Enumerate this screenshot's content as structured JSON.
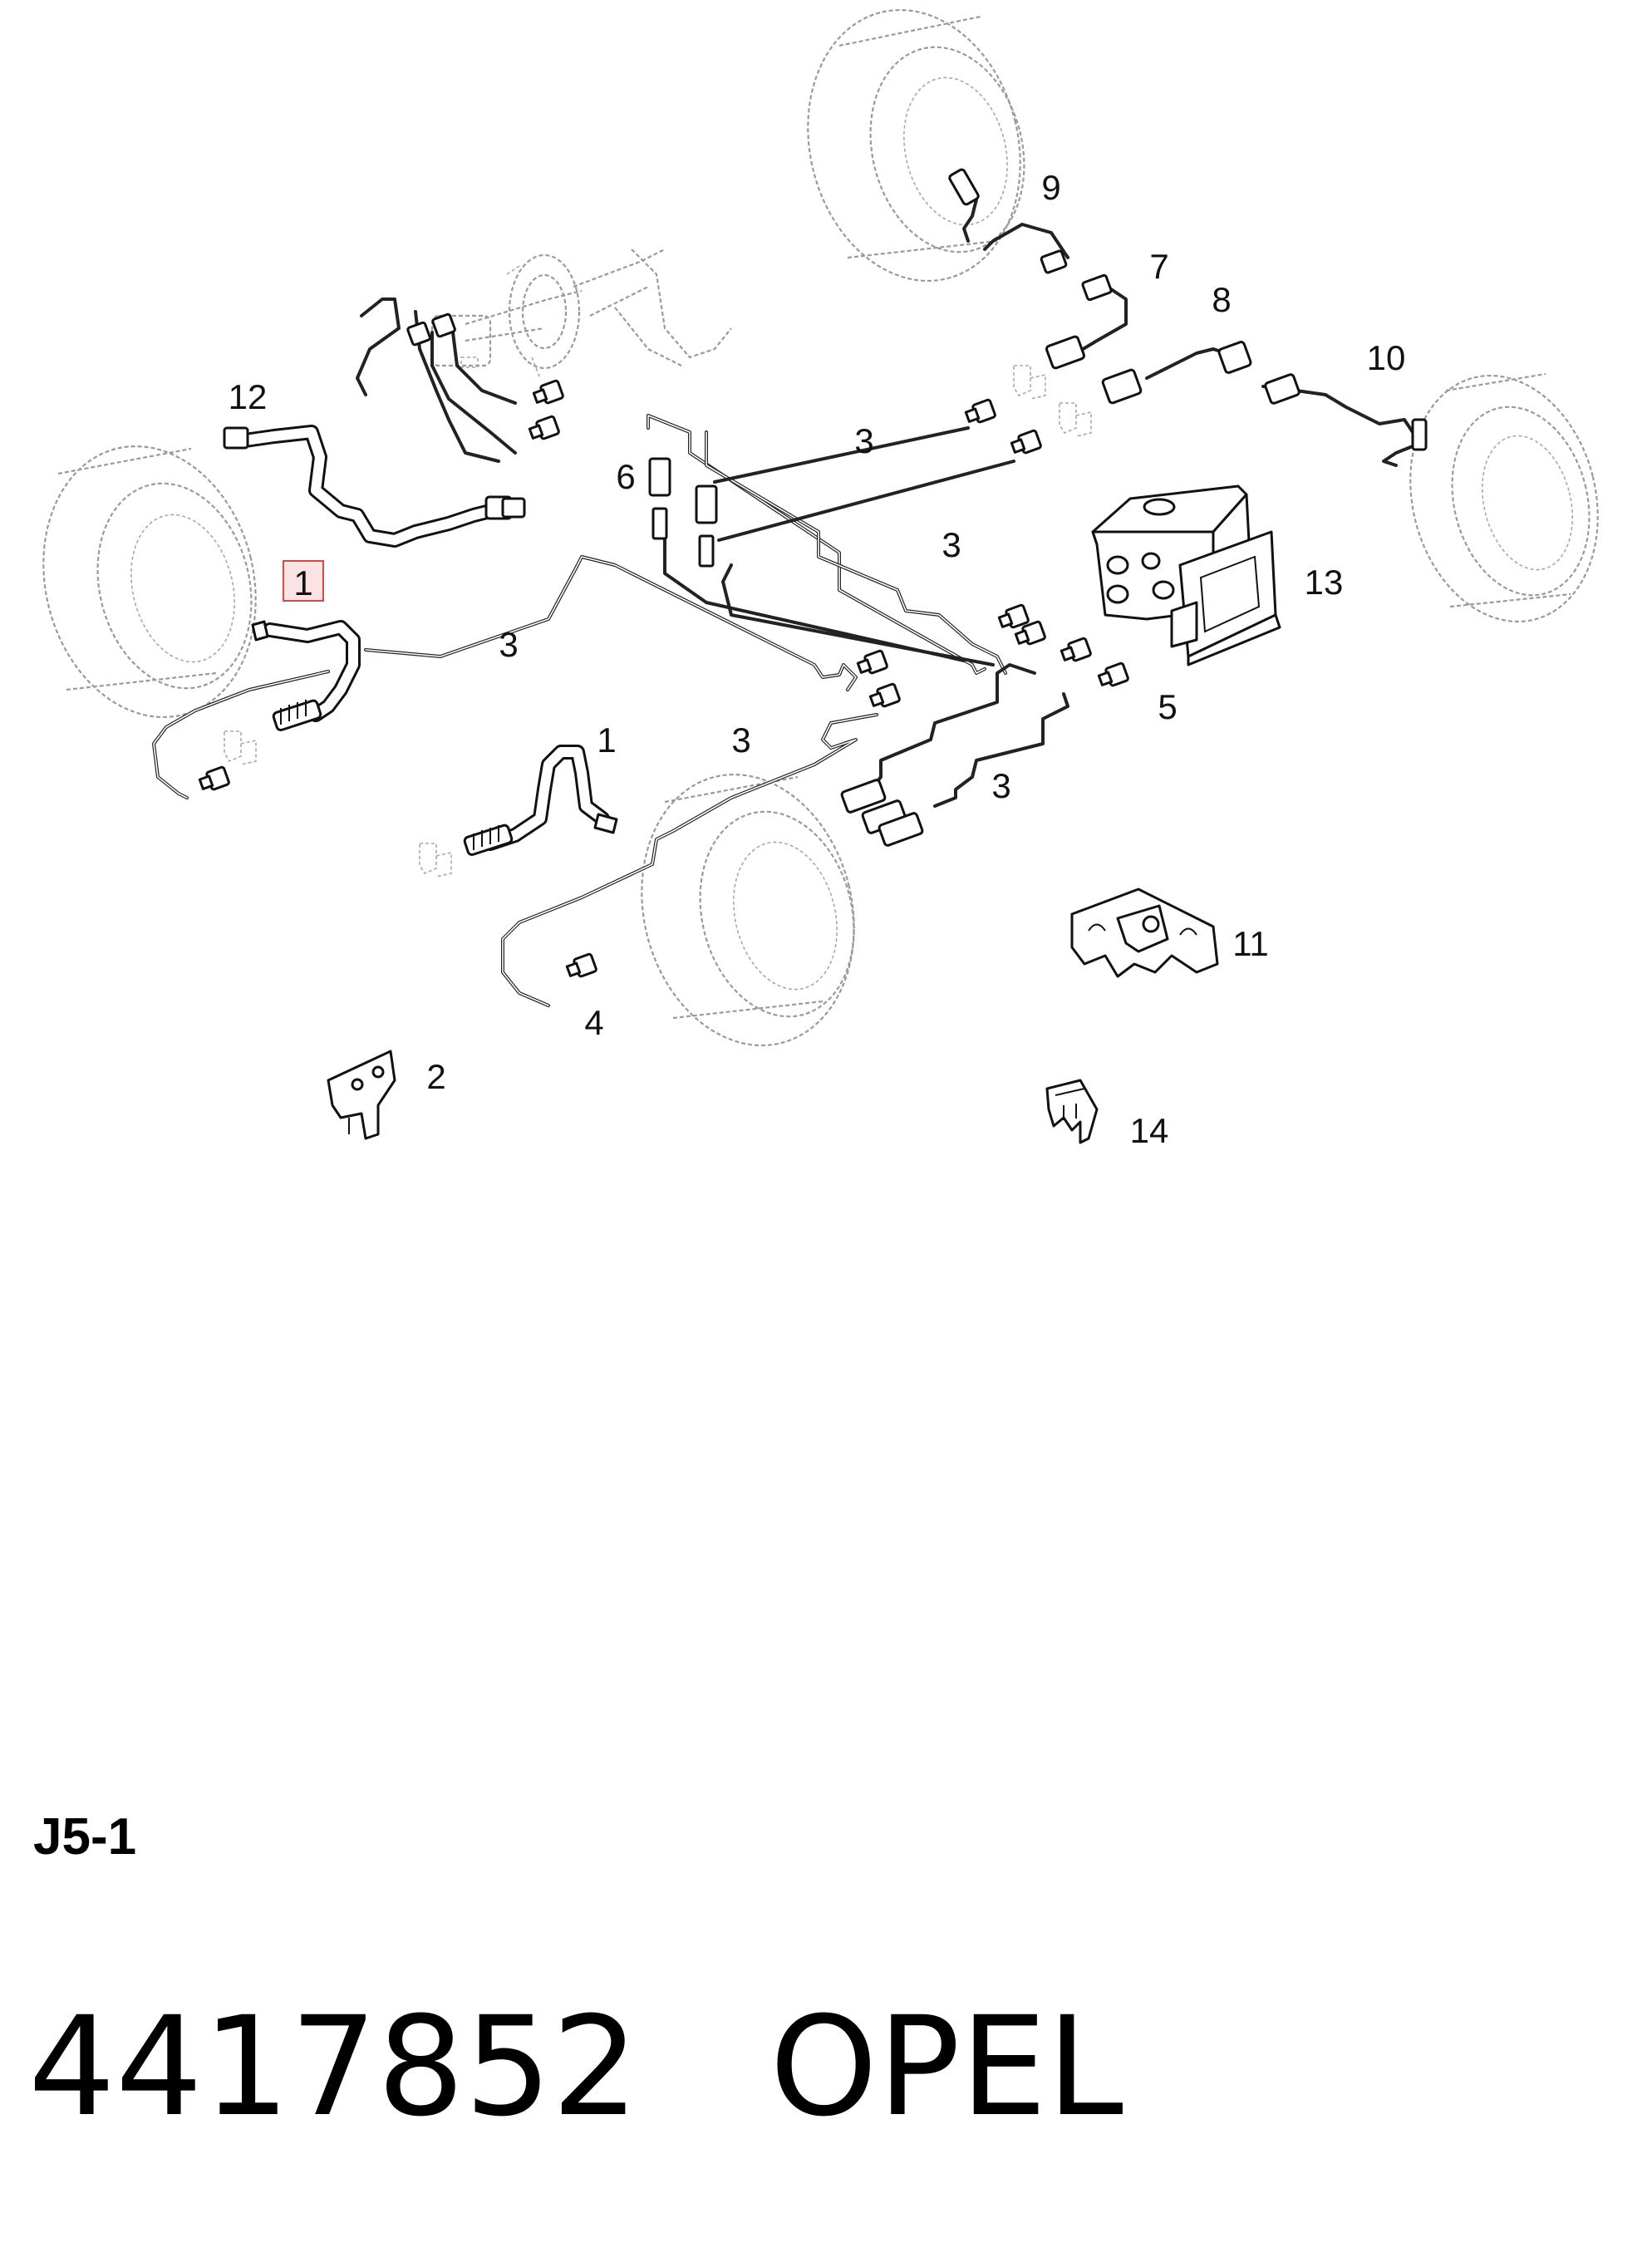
{
  "diagram": {
    "callouts": [
      {
        "id": "c1a",
        "text": "1",
        "highlighted": true
      },
      {
        "id": "c1b",
        "text": "1",
        "highlighted": false
      },
      {
        "id": "c2",
        "text": "2"
      },
      {
        "id": "c3a",
        "text": "3"
      },
      {
        "id": "c3b",
        "text": "3"
      },
      {
        "id": "c3c",
        "text": "3"
      },
      {
        "id": "c3d",
        "text": "3"
      },
      {
        "id": "c3e",
        "text": "3"
      },
      {
        "id": "c4",
        "text": "4"
      },
      {
        "id": "c5",
        "text": "5"
      },
      {
        "id": "c6",
        "text": "6"
      },
      {
        "id": "c7",
        "text": "7"
      },
      {
        "id": "c8",
        "text": "8"
      },
      {
        "id": "c9",
        "text": "9"
      },
      {
        "id": "c10",
        "text": "10"
      },
      {
        "id": "c11",
        "text": "11"
      },
      {
        "id": "c12",
        "text": "12"
      },
      {
        "id": "c13",
        "text": "13"
      },
      {
        "id": "c14",
        "text": "14"
      }
    ],
    "highlight_color": "#d14a4a"
  },
  "footer": {
    "diagram_id": "J5-1",
    "part_number": "4417852",
    "brand": "OPEL"
  }
}
